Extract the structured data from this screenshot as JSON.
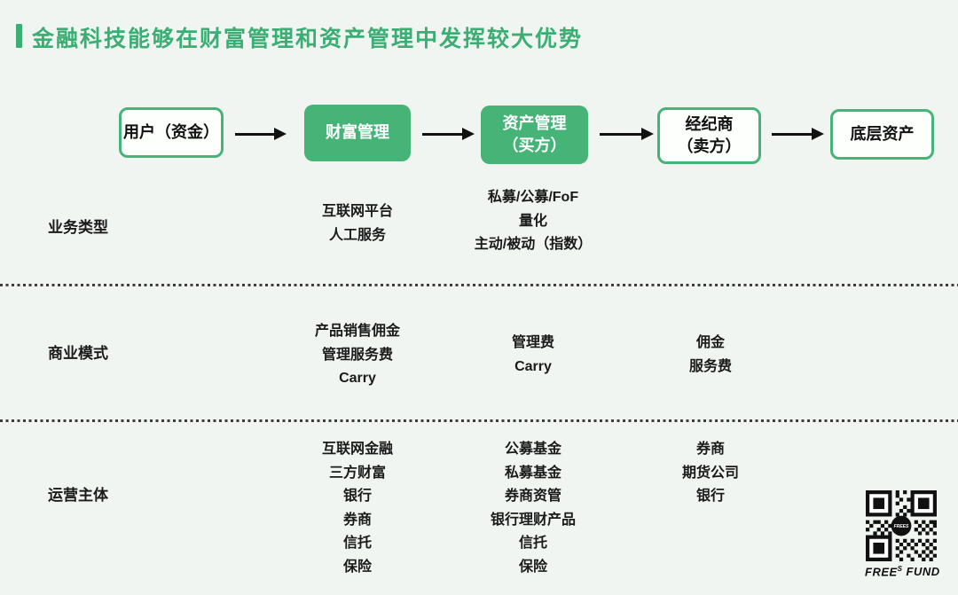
{
  "title": "金融科技能够在财富管理和资产管理中发挥较大优势",
  "colors": {
    "accent_green": "#3BAE74",
    "box_green": "#46B377",
    "background": "#F0F5F1"
  },
  "flow": {
    "nodes": [
      {
        "style": "outline",
        "lines": [
          "用户（资金）"
        ]
      },
      {
        "style": "filled",
        "lines": [
          "财富管理"
        ]
      },
      {
        "style": "filled",
        "lines": [
          "资产管理",
          "（买方）"
        ]
      },
      {
        "style": "outline",
        "lines": [
          "经纪商",
          "（卖方）"
        ]
      },
      {
        "style": "outline",
        "lines": [
          "底层资产"
        ]
      }
    ]
  },
  "rows": [
    {
      "label": "业务类型",
      "wealth": [
        "互联网平台",
        "人工服务"
      ],
      "asset": [
        "私募/公募/FoF",
        "量化",
        "主动/被动（指数）"
      ]
    },
    {
      "label": "商业模式",
      "wealth": [
        "产品销售佣金",
        "管理服务费",
        "Carry"
      ],
      "asset": [
        "管理费",
        "Carry"
      ],
      "broker": [
        "佣金",
        "服务费"
      ]
    },
    {
      "label": "运营主体",
      "wealth": [
        "互联网金融",
        "三方财富",
        "银行",
        "券商",
        "信托",
        "保险"
      ],
      "asset": [
        "公募基金",
        "私募基金",
        "券商资管",
        "银行理财产品",
        "信托",
        "保险"
      ],
      "broker": [
        "券商",
        "期货公司",
        "银行"
      ]
    }
  ],
  "footer": {
    "brand_pre": "FREE",
    "brand_sup": "S",
    "brand_post": "FUND",
    "qr_logo_text": "FREES"
  }
}
